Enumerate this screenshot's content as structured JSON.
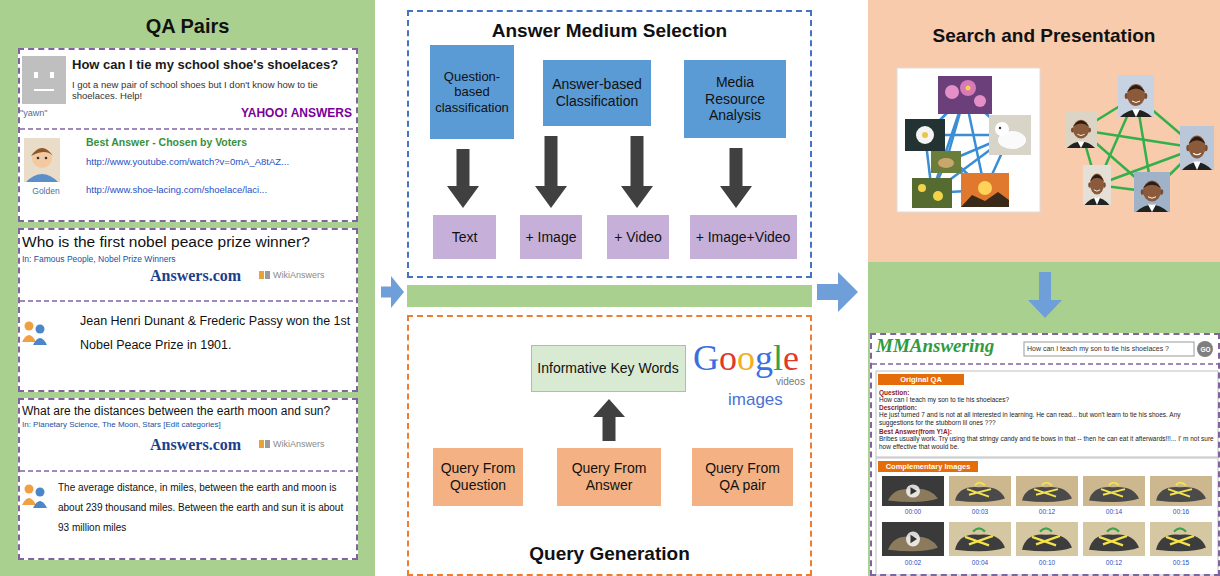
{
  "diagram": {
    "nodes": [
      {
        "text": [
          "QA Pairs"
        ]
      },
      {
        "text": [
          "How can I tie my school shoe's shoelaces?",
          "I got a new pair of school shoes but I don't know how to tie shoelaces. Help!",
          "\"yawn\"",
          "YAHOO! ANSWERS",
          "Best Answer - Chosen by Voters",
          "http://www.youtube.com/watch?v=0mA_A8tAZ...",
          "http://www.shoe-lacing.com/shoelace/laci...",
          "Golden"
        ],
        "in": 0
      },
      {
        "text": [
          "Who is the first nobel peace prize winner?",
          "In: Famous People, Nobel Prize Winners",
          "Answers.com",
          "WikiAnswers",
          "Jean Henri Dunant & Frederic Passy won the 1st Nobel Peace Prize in 1901."
        ],
        "in": 0
      },
      {
        "text": [
          "What are the distances between the earth moon and sun?",
          "In: Planetary Science, The Moon, Stars [Edit categories]",
          "Answers.com",
          "WikiAnswers",
          "The average distance, in miles, between the earth and moon is about 239 thousand miles. Between the earth and sun it is about 93 million miles"
        ],
        "in": 0
      },
      {
        "text": [
          "Answer Medium Selection"
        ]
      },
      {
        "text": [
          "Question-based classification"
        ],
        "in": 4
      },
      {
        "text": [
          "Answer-based Classification"
        ],
        "in": 4
      },
      {
        "text": [
          "Media Resource Analysis"
        ],
        "in": 4
      },
      {
        "text": [
          "Text"
        ],
        "in": 4
      },
      {
        "text": [
          "+ Image"
        ],
        "in": 4
      },
      {
        "text": [
          "+ Video"
        ],
        "in": 4
      },
      {
        "text": [
          "+ Image+Video"
        ],
        "in": 4
      },
      {
        "text": [
          "Query Generation"
        ]
      },
      {
        "text": [
          "Informative Key Words"
        ],
        "in": 12
      },
      {
        "text": [
          "Query From Question"
        ],
        "in": 12
      },
      {
        "text": [
          "Query From Answer"
        ],
        "in": 12
      },
      {
        "text": [
          "Query From QA pair"
        ],
        "in": 12
      },
      {
        "text": [
          "Search and Presentation"
        ]
      },
      {
        "text": [
          "MMAnswering",
          "How can I teach my son to tie his shoelaces ?",
          "GO",
          "Original QA",
          "Question:",
          "How can I teach my son to tie his shoelaces?",
          "Description:",
          "He just turned 7 and is not at all interested in learning. He can read... but won't learn to tie his shoes. Any suggestions for the stubborn lil ones ???",
          "Best Answer(from Y!A):",
          "Bribes usually work. Try using that stringy candy and tie bows in that -- then he can eat it afterwards!!!... I' m not sure how effective that would be.",
          "Complementary Images",
          "00:00",
          "00:03",
          "00:12",
          "00:14",
          "00:16",
          "00:02",
          "00:04",
          "00:10",
          "00:12",
          "00:15"
        ],
        "in": 17
      }
    ],
    "edges": [
      {
        "from": 0,
        "to": 4,
        "arrow": "to"
      },
      {
        "from": 5,
        "to": 8,
        "arrow": "to"
      },
      {
        "from": 6,
        "to": 9,
        "arrow": "to"
      },
      {
        "from": 6,
        "to": 10,
        "arrow": "to"
      },
      {
        "from": 7,
        "to": 11,
        "arrow": "to"
      },
      {
        "from": 15,
        "to": 13,
        "arrow": "to"
      },
      {
        "from": 4,
        "to": 17,
        "arrow": "to"
      }
    ],
    "labels": [
      "Google",
      "videos",
      "images"
    ]
  }
}
